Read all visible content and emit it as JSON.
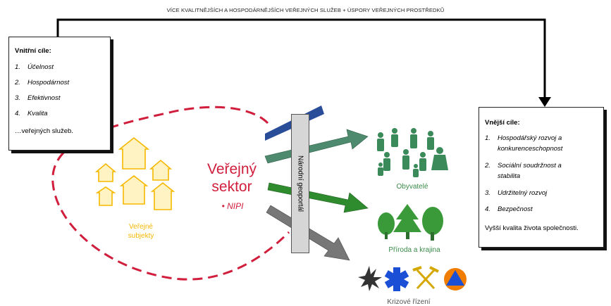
{
  "top_title": "VÍCE KVALITNĚJŠÍCH  A HOSPODÁRNĚJŠÍCH  VEŘEJNÝCH  SLUŽEB + ÚSPORY VEŘEJNÝCH  PROSTŘEDKŮ",
  "inner_goals": {
    "title": "Vnitřní cíle:",
    "items": [
      {
        "num": "1.",
        "label": "Účelnost"
      },
      {
        "num": "2.",
        "label": "Hospodárnost"
      },
      {
        "num": "3.",
        "label": "Efektivnost"
      },
      {
        "num": "4.",
        "label": "Kvalita"
      }
    ],
    "footer": "…veřejných služeb."
  },
  "outer_goals": {
    "title": "Vnější cíle:",
    "items": [
      {
        "num": "1.",
        "line1": "Hospodářský rozvoj a",
        "line2": "konkurenceschopnost"
      },
      {
        "num": "2.",
        "line1": "Sociální soudržnost a",
        "line2": "stabilita"
      },
      {
        "num": "3.",
        "line1": "Udržitelný rozvoj",
        "line2": ""
      },
      {
        "num": "4.",
        "line1": "Bezpečnost",
        "line2": ""
      }
    ],
    "footer": "Vyšší kvalita života společnosti."
  },
  "public_sector": {
    "title_line1": "Veřejný",
    "title_line2": "sektor",
    "nipi": "• NIPI"
  },
  "public_subjects_label_line1": "Veřejné",
  "public_subjects_label_line2": "subjekty",
  "geoportal_label": "Národní geoportál",
  "residents_label": "Obyvatelé",
  "nature_label": "Příroda a krajina",
  "crisis_label": "Krizové řízení",
  "colors": {
    "red": "#d01e3c",
    "yellow": "#f5b800",
    "green": "#3a8a4a",
    "teal": "#4e8a6e",
    "blue": "#2a4d9a",
    "gray": "#777777"
  },
  "icons": [
    "house-icon",
    "person-icon",
    "tree-icon",
    "explosion-icon",
    "star-of-life-icon",
    "crossed-tools-icon",
    "civil-protection-icon"
  ]
}
